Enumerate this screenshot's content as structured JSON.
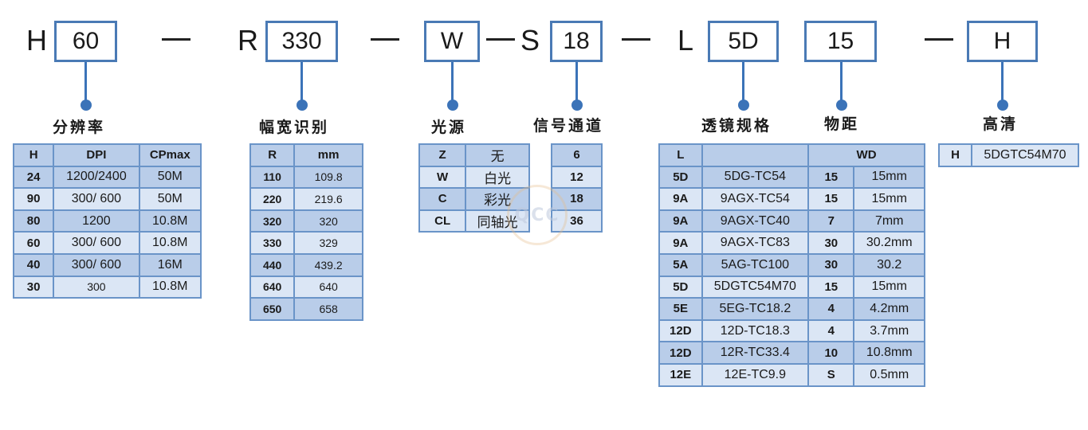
{
  "code": {
    "segments": [
      {
        "letter": "H",
        "value": "60"
      },
      {
        "letter": "R",
        "value": "330"
      },
      {
        "letter": "",
        "value": "W"
      },
      {
        "letter": "S",
        "value": "18"
      },
      {
        "letter": "L",
        "value": "5D"
      },
      {
        "letter": "",
        "value": "15"
      },
      {
        "letter": "",
        "value": "H"
      }
    ]
  },
  "captions": {
    "resolution": "分辨率",
    "width": "幅宽识别",
    "light": "光源",
    "channel": "信号通道",
    "lens": "透镜规格",
    "distance": "物距",
    "hd": "高清"
  },
  "tables": {
    "resolution": {
      "headers": [
        "H",
        "DPI",
        "CPmax"
      ],
      "rows": [
        [
          "24",
          "1200/2400",
          "50M"
        ],
        [
          "90",
          "300/ 600",
          "50M"
        ],
        [
          "80",
          "1200",
          "10.8M"
        ],
        [
          "60",
          "300/ 600",
          "10.8M"
        ],
        [
          "40",
          "300/ 600",
          "16M"
        ],
        [
          "30",
          "300",
          "10.8M"
        ]
      ]
    },
    "width": {
      "headers": [
        "R",
        "mm"
      ],
      "rows": [
        [
          "110",
          "109.8"
        ],
        [
          "220",
          "219.6"
        ],
        [
          "320",
          "320"
        ],
        [
          "330",
          "329"
        ],
        [
          "440",
          "439.2"
        ],
        [
          "640",
          "640"
        ],
        [
          "650",
          "658"
        ]
      ]
    },
    "light": {
      "rows": [
        [
          "Z",
          "无"
        ],
        [
          "W",
          "白光"
        ],
        [
          "C",
          "彩光"
        ],
        [
          "CL",
          "同轴光"
        ]
      ]
    },
    "channel": {
      "rows": [
        [
          "6"
        ],
        [
          "12"
        ],
        [
          "18"
        ],
        [
          "36"
        ]
      ]
    },
    "lens": {
      "headers": [
        "L",
        "",
        "WD"
      ],
      "rows": [
        [
          "5D",
          "5DG-TC54",
          "15",
          "15mm"
        ],
        [
          "9A",
          "9AGX-TC54",
          "15",
          "15mm"
        ],
        [
          "9A",
          "9AGX-TC40",
          "7",
          "7mm"
        ],
        [
          "9A",
          "9AGX-TC83",
          "30",
          "30.2mm"
        ],
        [
          "5A",
          "5AG-TC100",
          "30",
          "30.2"
        ],
        [
          "5D",
          "5DGTC54M70",
          "15",
          "15mm"
        ],
        [
          "5E",
          "5EG-TC18.2",
          "4",
          "4.2mm"
        ],
        [
          "12D",
          "12D-TC18.3",
          "4",
          "3.7mm"
        ],
        [
          "12D",
          "12R-TC33.4",
          "10",
          "10.8mm"
        ],
        [
          "12E",
          "12E-TC9.9",
          "S",
          "0.5mm"
        ]
      ]
    },
    "hd": {
      "rows": [
        [
          "H",
          "5DGTC54M70"
        ]
      ]
    }
  },
  "watermark": "QCC",
  "colors": {
    "accent": "#3b73b8",
    "cell_dark": "#b9cde9",
    "cell_light": "#dbe6f5",
    "border": "#6a94c8"
  }
}
